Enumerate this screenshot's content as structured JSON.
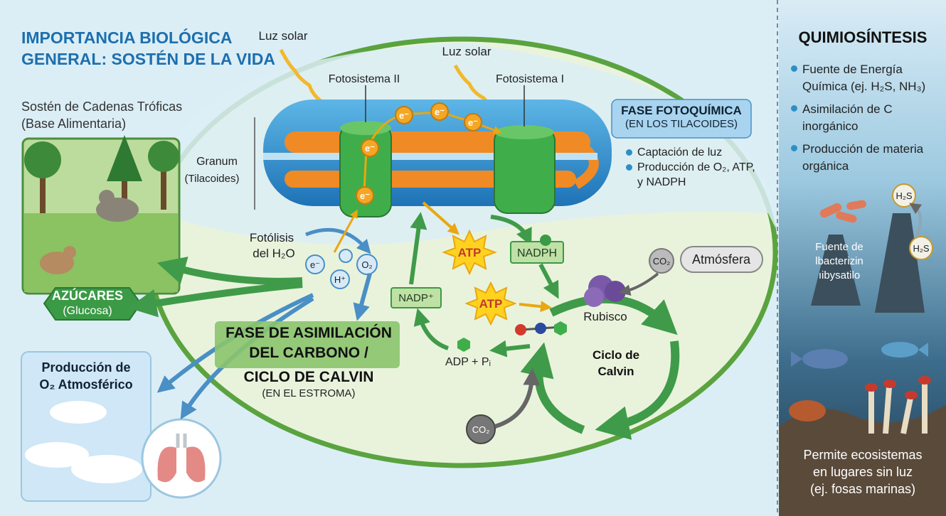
{
  "title_line1": "IMPORTANCIA BIOLÓGICA",
  "title_line2": "GENERAL: SOSTÉN DE LA VIDA",
  "trophic_line1": "Sostén de Cadenas Tróficas",
  "trophic_line2": "(Base Alimentaria)",
  "sugars": "AZÚCARES",
  "glucose": "(Glucosa)",
  "o2_prod_line1": "Producción de",
  "o2_prod_line2": "O₂ Atmosférico",
  "sunlight_1": "Luz solar",
  "sunlight_2": "Luz solar",
  "photosystem_2": "Fotosistema II",
  "photosystem_1": "Fotosistema I",
  "granum": "Granum",
  "thylakoids": "(Tilacoides)",
  "electron": "e⁻",
  "photolysis_line1": "Fotólisis",
  "photolysis_line2": "del H₂O",
  "h_plus": "H⁺",
  "o2": "O₂",
  "atp": "ATP",
  "nadph": "NADPH",
  "nadp_plus": "NADP⁺",
  "adp_pi": "ADP + Pᵢ",
  "co2": "CO₂",
  "atmosphere": "Atmósfera",
  "rubisco": "Rubisco",
  "calvin_cycle_line1": "Ciclo de",
  "calvin_cycle_line2": "Calvin",
  "phase_photochemical_title": "FASE FOTOQUÍMICA",
  "phase_photochemical_sub": "(EN LOS TILACOIDES)",
  "photochem_items": [
    "Captación de luz",
    "Producción de O₂, ATP, y NADPH"
  ],
  "phase_assim_line1": "FASE DE ASIMILACIÓN",
  "phase_assim_line2": "DEL CARBONO /",
  "calvin_title": "CICLO DE CALVIN",
  "calvin_sub": "(EN EL ESTROMA)",
  "chemo_title": "QUIMIOSÍNTESIS",
  "chemo_items": [
    "Fuente de Energía Química (ej. H₂S, NH₃)",
    "Asimilación de C inorgánico",
    "Producción de materia orgánica"
  ],
  "h2s": "H₂S",
  "bacteria_line1": "Fuente de",
  "bacteria_line2": "lbacterizin",
  "bacteria_line3": "ıibysatilo",
  "bottom_line1": "Permite ecosistemas",
  "bottom_line2": "en lugares sin luz",
  "bottom_line3": "(ej. fosas marinas)",
  "colors": {
    "title_blue": "#1d6fae",
    "chloroplast_border": "#5aa33f",
    "stroma": "#e9f3dc",
    "thylakoid_green": "#3fae4a",
    "atp_yellow": "#ffd21f",
    "deep_sea": "#2d5670"
  }
}
